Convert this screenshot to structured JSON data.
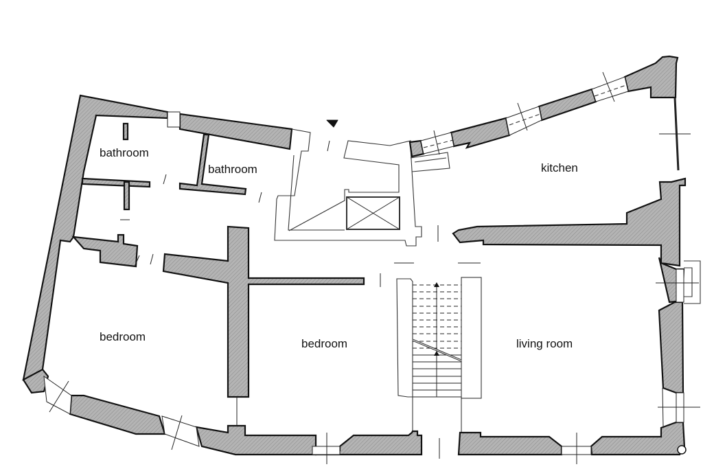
{
  "plan": {
    "rooms": [
      {
        "id": "bathroom-1",
        "label": "bathroom"
      },
      {
        "id": "bathroom-2",
        "label": "bathroom"
      },
      {
        "id": "kitchen",
        "label": "kitchen"
      },
      {
        "id": "bedroom-1",
        "label": "bedroom"
      },
      {
        "id": "bedroom-2",
        "label": "bedroom"
      },
      {
        "id": "living-room",
        "label": "living room"
      }
    ],
    "colors": {
      "wall_fill": "#b4b4b4",
      "wall_stroke": "#111111",
      "background": "#ffffff"
    },
    "symbols": [
      "north-arrow-icon",
      "elevator-shaft",
      "staircase"
    ]
  }
}
